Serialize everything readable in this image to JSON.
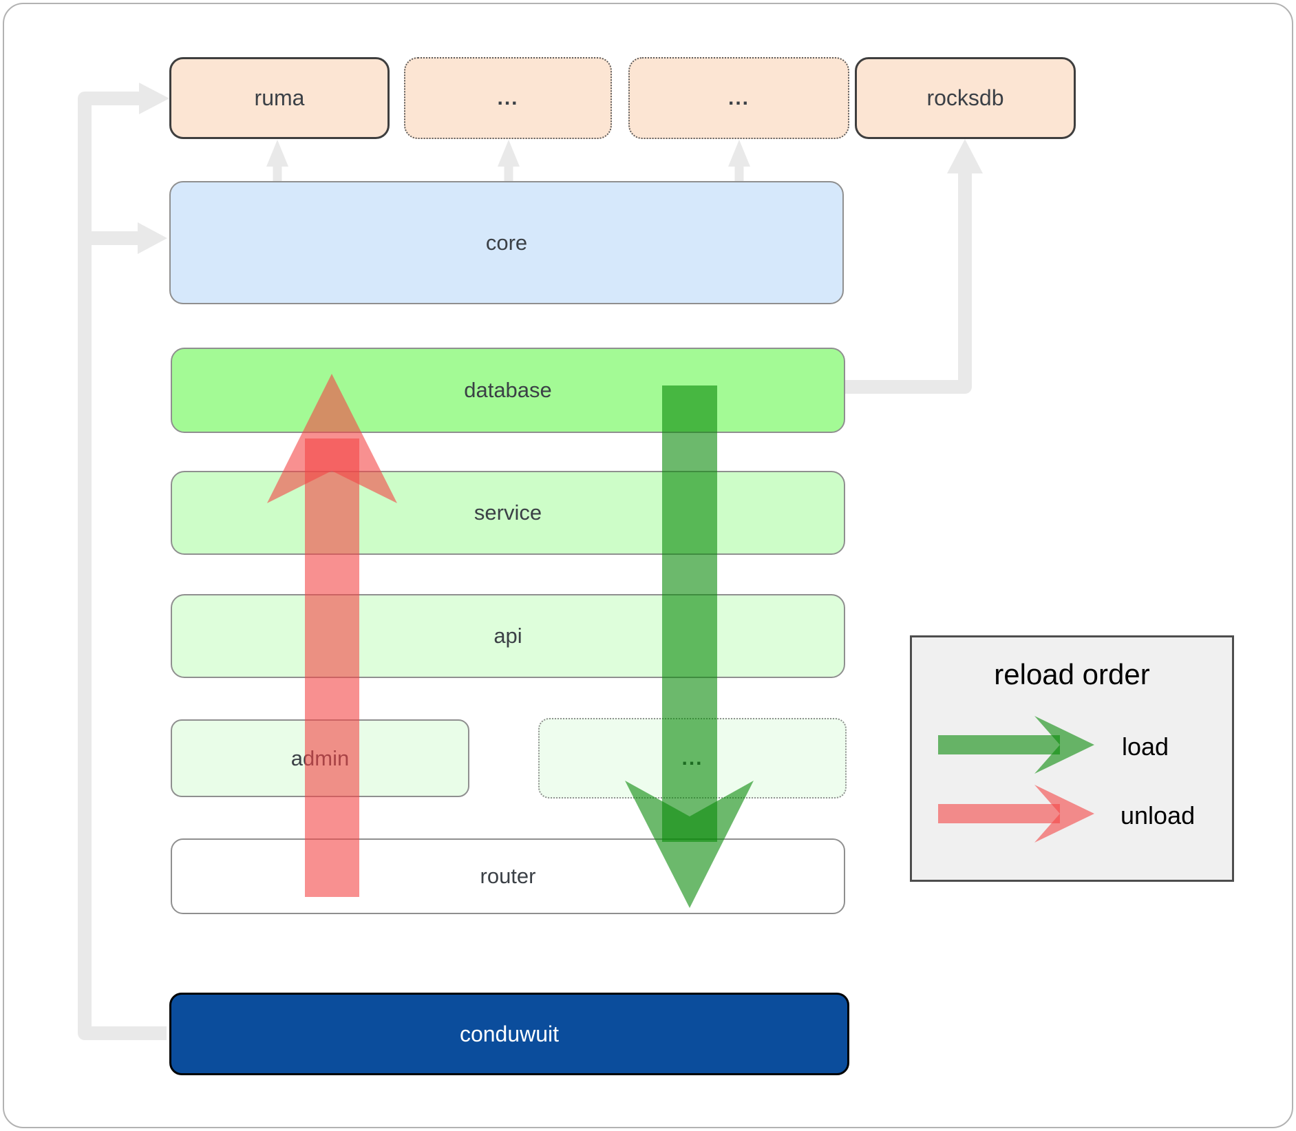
{
  "diagram": {
    "boxes": {
      "ruma": {
        "label": "ruma"
      },
      "ellipsis_top_1": {
        "label": "..."
      },
      "ellipsis_top_2": {
        "label": "..."
      },
      "rocksdb": {
        "label": "rocksdb"
      },
      "core": {
        "label": "core"
      },
      "database": {
        "label": "database"
      },
      "service": {
        "label": "service"
      },
      "api": {
        "label": "api"
      },
      "admin": {
        "label": "admin"
      },
      "ellipsis_admin": {
        "label": "..."
      },
      "router": {
        "label": "router"
      },
      "conduwuit": {
        "label": "conduwuit"
      }
    }
  },
  "legend": {
    "title": "reload order",
    "items": [
      {
        "label": "load",
        "color": "#0a8a0a"
      },
      {
        "label": "unload",
        "color": "#f44646"
      }
    ]
  },
  "colors": {
    "peach-fill": "#fce5d3",
    "peach-border": "#3e3e3e",
    "dotted-border": "#5a5a5a",
    "core-fill": "#d6e8fb",
    "database-fill": "#a3fa95",
    "service-fill": "#cdfdc8",
    "api-fill": "#defedb",
    "admin-fill": "#e9fde8",
    "ellipsis-admin-fill": "#eefdee",
    "router-fill": "#ffffff",
    "conduwuit-fill": "#0b4d9c",
    "box-border": "#8f8f8f",
    "label-text": "#3b4046",
    "connector-gray": "#e9e9e9",
    "load-arrow": "#0a8a0a",
    "unload-arrow": "#f44646",
    "legend-bg": "#f0f0f0",
    "legend-border": "#4d4d4d",
    "frame-border": "#b2b2b2"
  }
}
